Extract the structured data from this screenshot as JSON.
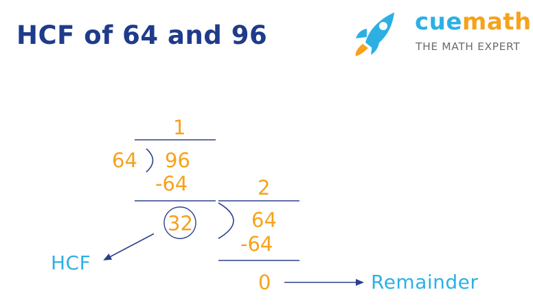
{
  "title": "HCF of 64 and 96",
  "logo": {
    "brand_part1": "cue",
    "brand_part2": "math",
    "tagline": "THE MATH EXPERT",
    "icon": "rocket-icon"
  },
  "step1": {
    "quotient": "1",
    "divisor": "64",
    "dividend": "96",
    "product": "-64",
    "remainder": "32"
  },
  "step2": {
    "quotient": "2",
    "dividend": "64",
    "product": "-64",
    "remainder": "0"
  },
  "labels": {
    "hcf": "HCF",
    "remainder": "Remainder"
  },
  "colors": {
    "title": "#1f3b8a",
    "numbers": "#f6a21b",
    "labels": "#2cb0e4",
    "lines": "#2b3f8c",
    "brand_dark": "#f6a21b",
    "brand_light": "#2cb0e4"
  }
}
